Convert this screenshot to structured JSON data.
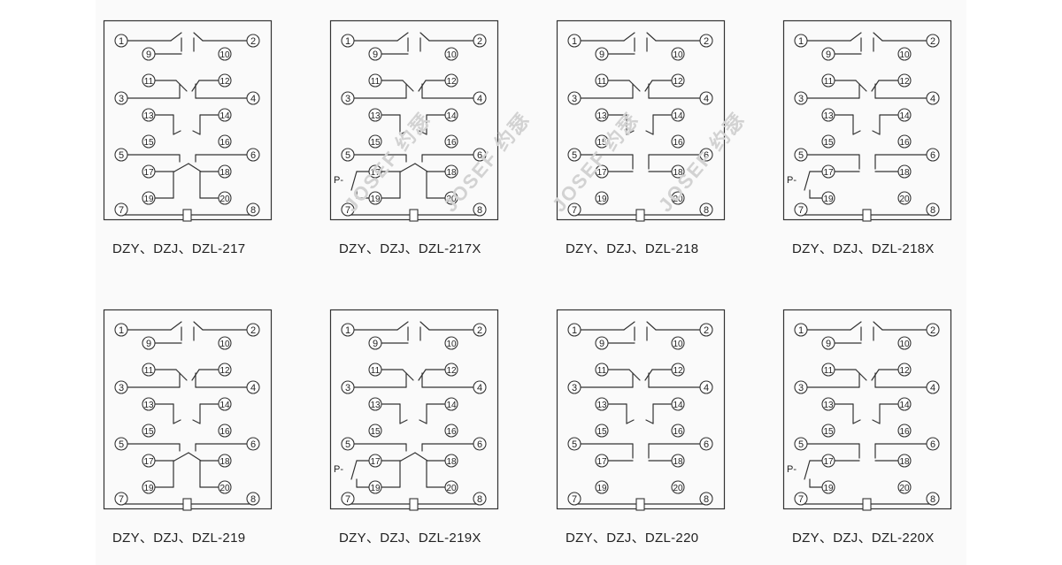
{
  "watermark": "JOSEF 约瑟",
  "terminal_numbers": [
    "1",
    "2",
    "3",
    "4",
    "5",
    "6",
    "7",
    "8",
    "9",
    "10",
    "11",
    "12",
    "13",
    "14",
    "15",
    "16",
    "17",
    "18",
    "19",
    "20"
  ],
  "p_label": "P-",
  "diagrams": [
    {
      "caption": "DZY、DZJ、DZL-217",
      "rows": [
        "break",
        "break",
        "make",
        "break",
        "make"
      ],
      "p_minus": false
    },
    {
      "caption": "DZY、DZJ、DZL-217X",
      "rows": [
        "break",
        "break",
        "make",
        "break",
        "make"
      ],
      "p_minus": true
    },
    {
      "caption": "DZY、DZJ、DZL-218",
      "rows": [
        "break",
        "break",
        "make",
        "make",
        "none"
      ],
      "p_minus": false
    },
    {
      "caption": "DZY、DZJ、DZL-218X",
      "rows": [
        "break",
        "break",
        "make",
        "make",
        "none"
      ],
      "p_minus": true
    },
    {
      "caption": "DZY、DZJ、DZL-219",
      "rows": [
        "break",
        "break",
        "make",
        "break",
        "make"
      ],
      "p_minus": false
    },
    {
      "caption": "DZY、DZJ、DZL-219X",
      "rows": [
        "break",
        "break",
        "make",
        "break",
        "make"
      ],
      "p_minus": true
    },
    {
      "caption": "DZY、DZJ、DZL-220",
      "rows": [
        "break",
        "break",
        "make",
        "make",
        "none"
      ],
      "p_minus": false
    },
    {
      "caption": "DZY、DZJ、DZL-220X",
      "rows": [
        "break",
        "break",
        "make",
        "make",
        "none"
      ],
      "p_minus": true
    }
  ]
}
